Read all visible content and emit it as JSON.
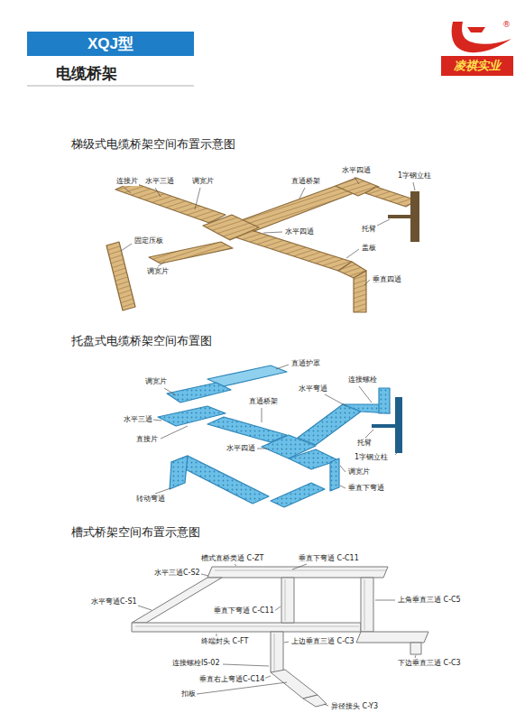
{
  "diagram": {
    "title": "电缆桥架",
    "nodes": [
      {
        "text": [
          "XQJ型"
        ]
      },
      {
        "text": [
          "凌祺实业"
        ]
      }
    ],
    "labels": [
      "®",
      "梯级式电缆桥架空间布置示意图",
      "连接片",
      "水平三通",
      "调宽片",
      "直通桥架",
      "水平四通",
      "1字钢立柱",
      "固定压板",
      "水平四通",
      "托臂",
      "盖板",
      "调宽片",
      "垂直四通",
      "托盘式电缆桥架空间布置图",
      "直通护罩",
      "调宽片",
      "水平弯通",
      "连接螺栓",
      "直通桥架",
      "水平三通",
      "直接片",
      "水平四通",
      "托臂",
      "1字钢立柱",
      "调宽片",
      "垂直下弯通",
      "转动弯通",
      "槽式桥架空间布置示意图",
      "槽式直桥类通 C-ZT",
      "水平三通C-S2",
      "垂直下弯通 C-C11",
      "水平弯通C-S1",
      "上角垂直三通 C-C5",
      "垂直下弯通 C-C11",
      "终端封头 C-FT",
      "上边垂直三通 C-C3",
      "连接螺栓IS-02",
      "垂直右上弯通C-C14",
      "下边垂直三通 C-C3",
      "扣板",
      "异径接头 C-Y3"
    ]
  }
}
